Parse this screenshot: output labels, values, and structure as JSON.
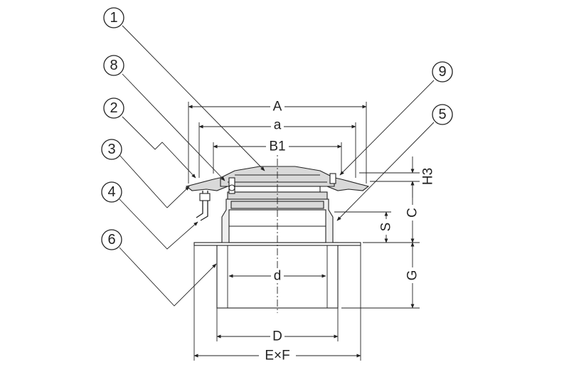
{
  "callouts": {
    "c1": "1",
    "c2": "2",
    "c3": "3",
    "c4": "4",
    "c5": "5",
    "c6": "6",
    "c8": "8",
    "c9": "9"
  },
  "dimensions": {
    "A": "A",
    "a": "a",
    "B1": "B1",
    "d": "d",
    "D": "D",
    "ExF": "E×F",
    "H3": "H3",
    "C": "C",
    "S": "S",
    "G": "G"
  }
}
